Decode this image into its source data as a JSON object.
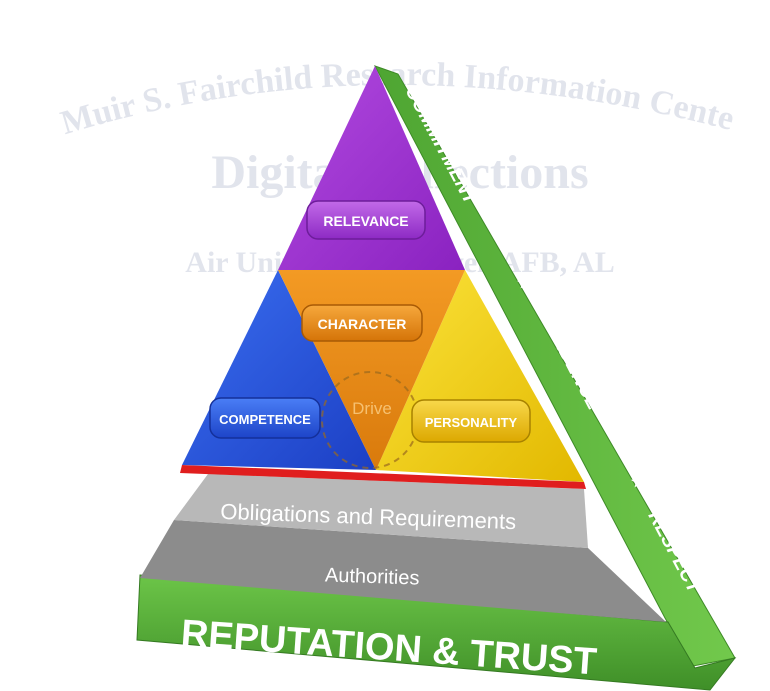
{
  "watermark": {
    "line1": "Muir S. Fairchild Research Information Center",
    "line2": "Digital Collections",
    "line3": "Air University–Maxwell AFB, AL"
  },
  "pyramid": {
    "top": "RELEVANCE",
    "center": "CHARACTER",
    "core": "Drive",
    "left": "COMPETENCE",
    "right": "PERSONALITY",
    "band_upper": "Obligations and Requirements",
    "band_lower": "Authorities",
    "base": "REPUTATION & TRUST",
    "side_1": "COMMITMENT",
    "side_star_1": "★",
    "side_2": "CONFIDENCE",
    "side_star_2": "★",
    "side_3": "RESPECT"
  },
  "colors": {
    "purple": "#9b2fd0",
    "blue": "#2350d8",
    "orange": "#e88a14",
    "yellow": "#f0cf10",
    "red": "#e01e1e",
    "band_light": "#b8b8b8",
    "band_dark": "#8e8e8e",
    "green": "#5cb83c",
    "green_dark": "#3d8a26"
  }
}
